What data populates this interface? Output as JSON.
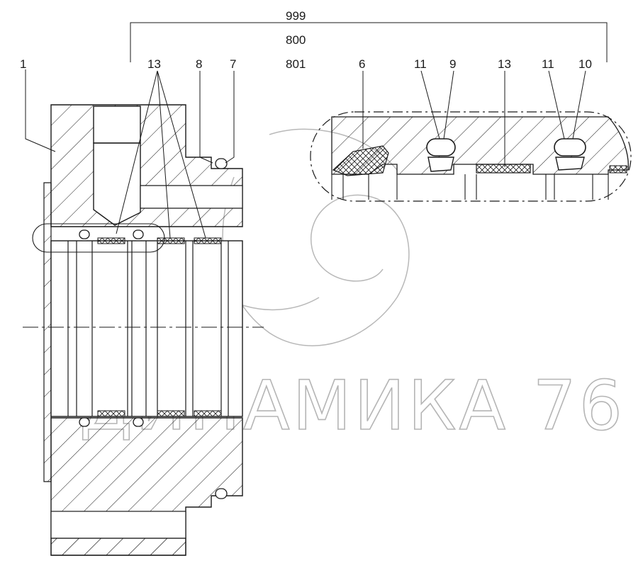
{
  "callouts": {
    "part_1": "1",
    "part_13_main": "13",
    "part_8": "8",
    "part_7": "7",
    "assembly_999": "999",
    "assembly_800": "800",
    "assembly_801": "801",
    "detail_6": "6",
    "detail_11_left": "11",
    "detail_9": "9",
    "detail_13": "13",
    "detail_11_right": "11",
    "detail_10": "10"
  },
  "watermark": "ДИНАМИКА 76",
  "colors": {
    "line": "#1a1a1a",
    "watermark": "#b5b5b5",
    "background": "#ffffff"
  }
}
